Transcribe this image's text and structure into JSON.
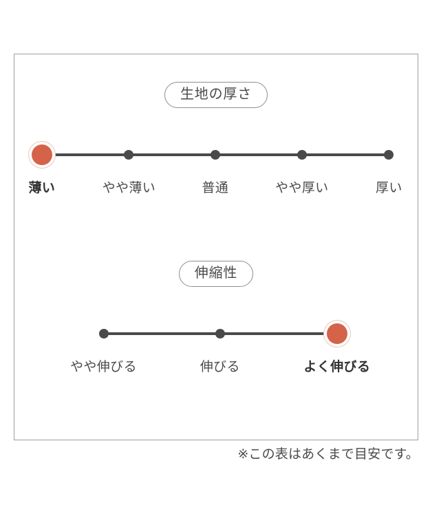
{
  "chart_data": {
    "type": "table",
    "title": "",
    "charts": [
      {
        "id": "thickness",
        "title": "生地の厚さ",
        "type": "ordinal-scale",
        "categories": [
          "薄い",
          "やや薄い",
          "普通",
          "やや厚い",
          "厚い"
        ],
        "selected_index": 0,
        "selected_label": "薄い",
        "values": [
          1,
          0,
          0,
          0,
          0
        ],
        "track_start_pct": 6.8,
        "track_end_pct": 92.9,
        "points": [
          {
            "label": "薄い",
            "pos_pct": 6.8,
            "selected": true
          },
          {
            "label": "やや薄い",
            "pos_pct": 28.4,
            "selected": false
          },
          {
            "label": "普通",
            "pos_pct": 49.8,
            "selected": false
          },
          {
            "label": "やや厚い",
            "pos_pct": 71.3,
            "selected": false
          },
          {
            "label": "厚い",
            "pos_pct": 92.9,
            "selected": false
          }
        ]
      },
      {
        "id": "stretch",
        "title": "伸縮性",
        "type": "ordinal-scale",
        "categories": [
          "やや伸びる",
          "伸びる",
          "よく伸びる"
        ],
        "selected_index": 2,
        "selected_label": "よく伸びる",
        "values": [
          0,
          0,
          1
        ],
        "track_start_pct": 22.1,
        "track_end_pct": 80.0,
        "points": [
          {
            "label": "やや伸びる",
            "pos_pct": 22.1,
            "selected": false
          },
          {
            "label": "伸びる",
            "pos_pct": 51.0,
            "selected": false
          },
          {
            "label": "よく伸びる",
            "pos_pct": 80.0,
            "selected": true
          }
        ]
      }
    ],
    "legend": [],
    "grid": false
  },
  "sections": {
    "thickness": {
      "title": "生地の厚さ",
      "labels": [
        "薄い",
        "やや薄い",
        "普通",
        "やや厚い",
        "厚い"
      ]
    },
    "stretch": {
      "title": "伸縮性",
      "labels": [
        "やや伸びる",
        "伸びる",
        "よく伸びる"
      ]
    }
  },
  "footer": {
    "note": "※この表はあくまで目安です。"
  },
  "colors": {
    "selected_marker": "#d4634a",
    "selected_ring": "#ecc6bd",
    "dot": "#4a4a4a",
    "track": "#4a4a4a",
    "card_border": "#9e9e9e",
    "pill_border": "#8e8e8e",
    "text": "#4a4a4a",
    "background": "#ffffff"
  }
}
